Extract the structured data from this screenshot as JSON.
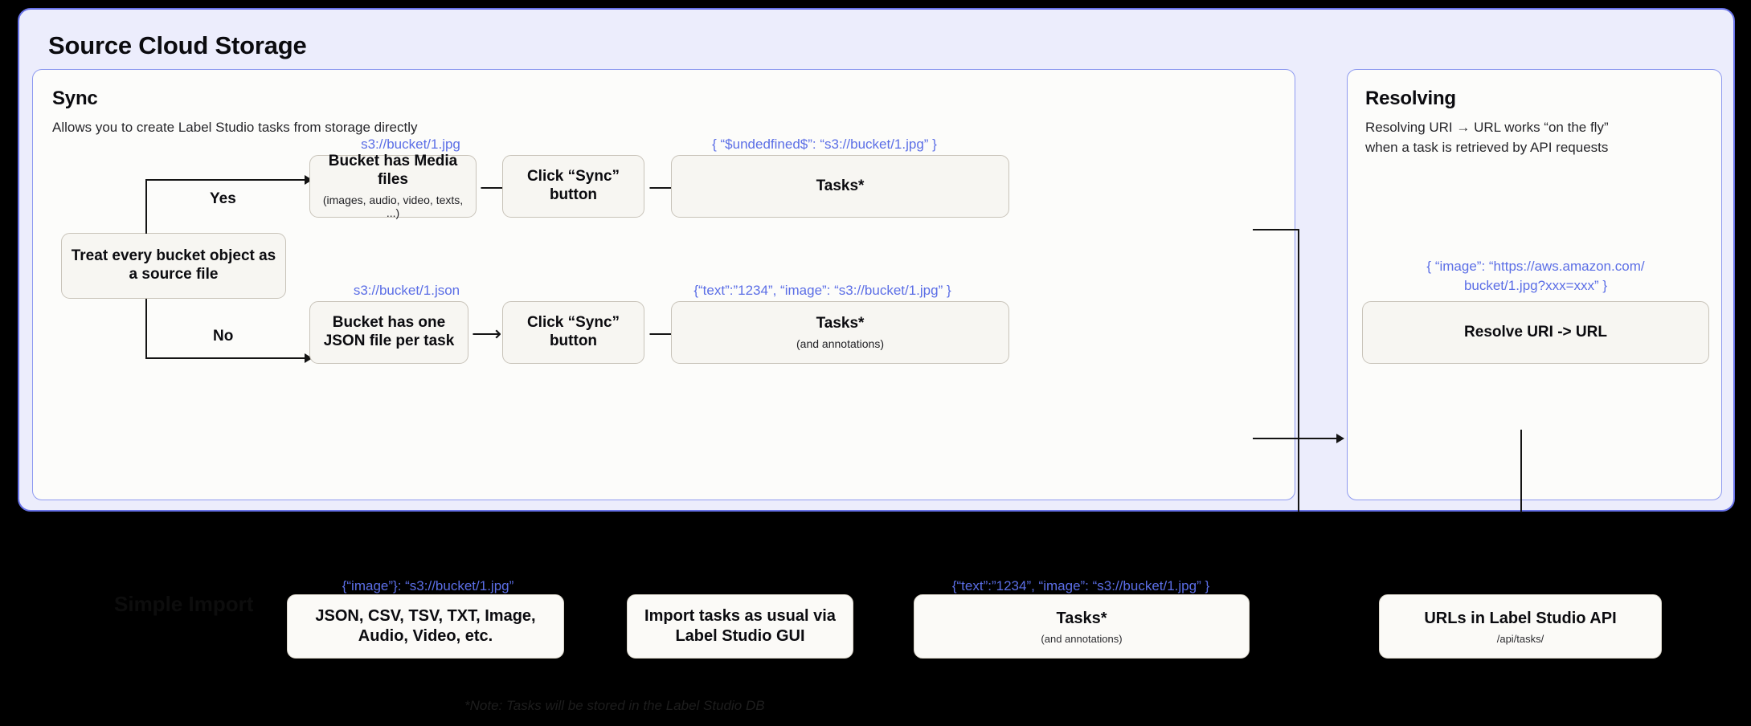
{
  "diagram": {
    "title": "Source Cloud Storage",
    "note": "*Note: Tasks will be stored in the Label Studio DB",
    "simple_import_label": "Simple Import",
    "colors": {
      "outer_panel_bg": "#ecedfc",
      "outer_panel_border": "#6872e8",
      "sub_panel_bg": "#fcfcfa",
      "sub_panel_border": "#8e9af0",
      "box_bg": "#f7f6f2",
      "box_border": "#c8c3b9",
      "code_text": "#5b6ee6",
      "page_bg": "#000000",
      "connector": "#141414"
    }
  },
  "sync": {
    "title": "Sync",
    "description": "Allows you to create Label Studio tasks from storage directly",
    "decision": {
      "title": "Treat every bucket object as a source file"
    },
    "branches": [
      {
        "label": "Yes",
        "code_above": "s3://bucket/1.jpg",
        "source_box": {
          "title": "Bucket has Media files",
          "subtitle": "(images, audio, video, texts, ...)"
        },
        "action_box": {
          "title": "Click “Sync” button"
        },
        "result_code": "{ “$undedfined$”: “s3://bucket/1.jpg” }",
        "result_box": {
          "title": "Tasks*",
          "subtitle": ""
        }
      },
      {
        "label": "No",
        "code_above": "s3://bucket/1.json",
        "source_box": {
          "title": "Bucket has one JSON file per task",
          "subtitle": ""
        },
        "action_box": {
          "title": "Click “Sync” button"
        },
        "result_code": "{“text”:”1234”,  “image”: “s3://bucket/1.jpg” }",
        "result_box": {
          "title": "Tasks*",
          "subtitle": "(and annotations)"
        }
      }
    ]
  },
  "resolving": {
    "title": "Resolving",
    "description_line1": "Resolving URI → URL works “on the fly”",
    "description_line2": "when a task is retrieved by API requests",
    "code_line1": "{ “image”: “https://aws.amazon.com/",
    "code_line2": "bucket/1.jpg?xxx=xxx” }",
    "box": {
      "title": "Resolve URI -> URL"
    }
  },
  "bottom_row": {
    "formats_code": "{“image”}: “s3://bucket/1.jpg”",
    "formats_box": {
      "title": "JSON, CSV, TSV, TXT, Image, Audio, Video, etc."
    },
    "import_box": {
      "title": "Import tasks as usual via Label Studio GUI"
    },
    "tasks_code": "{“text”:”1234”,  “image”: “s3://bucket/1.jpg” }",
    "tasks_box": {
      "title": "Tasks*",
      "subtitle": "(and annotations)"
    },
    "api_box": {
      "title": "URLs in Label Studio API",
      "subtitle": "/api/tasks/"
    }
  }
}
